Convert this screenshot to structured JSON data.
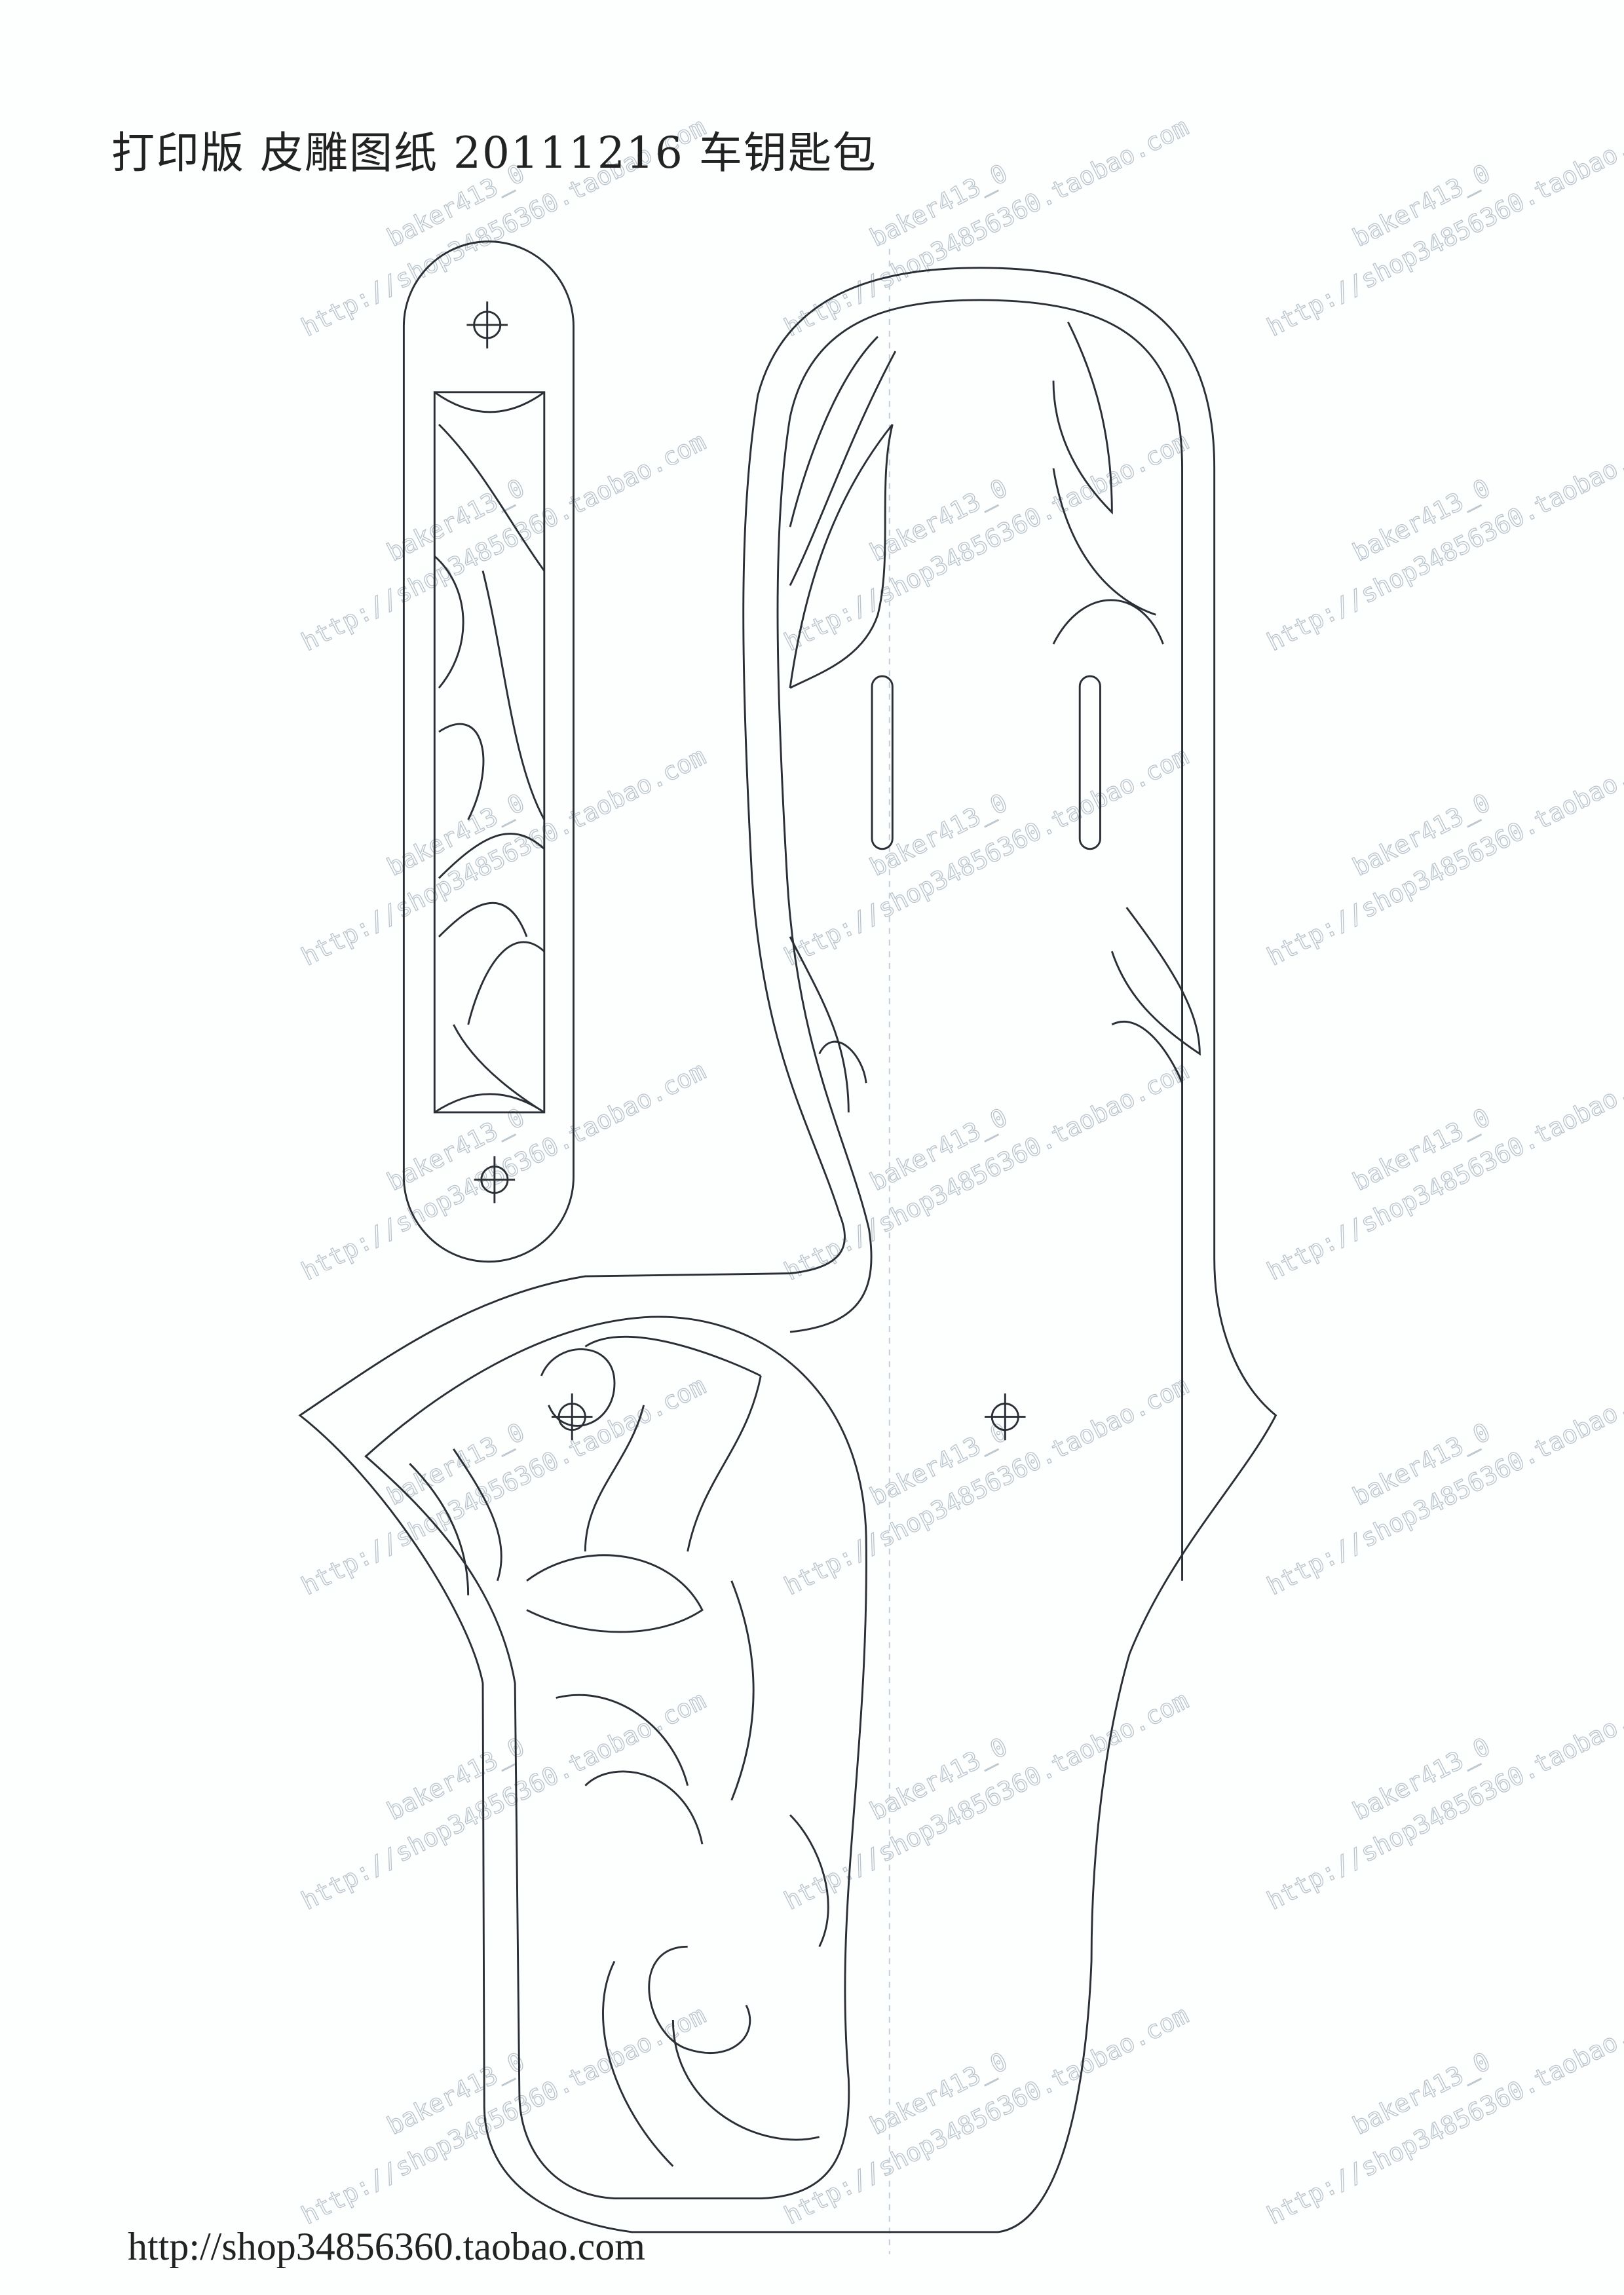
{
  "document": {
    "title": "打印版 皮雕图纸 20111216 车钥匙包",
    "footer_url": "http://shop34856360.taobao.com"
  },
  "watermark": {
    "author": "baker413_0",
    "url": "http://shop34856360.taobao.com"
  },
  "colors": {
    "paper": "#fdfefe",
    "ink": "#2a2f35",
    "watermark": "#b9c4cc"
  }
}
